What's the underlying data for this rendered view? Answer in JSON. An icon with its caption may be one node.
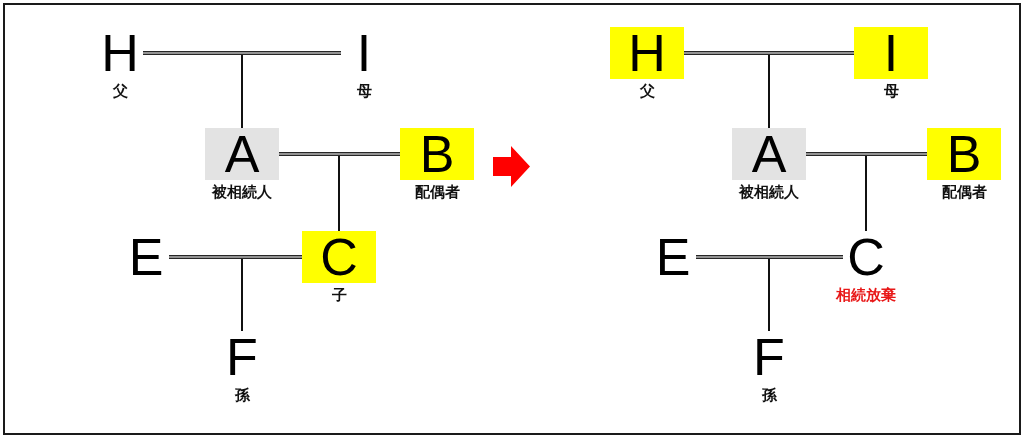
{
  "diagram": {
    "nodes": [
      {
        "text": [
          "H"
        ],
        "beside": [
          "父"
        ]
      },
      {
        "text": [
          "I"
        ],
        "beside": [
          "母"
        ]
      },
      {
        "text": [
          "A"
        ],
        "beside": [
          "被相続人"
        ]
      },
      {
        "text": [
          "B"
        ],
        "beside": [
          "配偶者"
        ]
      },
      {
        "text": [
          "E"
        ]
      },
      {
        "text": [
          "C"
        ],
        "beside": [
          "子"
        ]
      },
      {
        "text": [
          "F"
        ],
        "beside": [
          "孫"
        ]
      },
      {
        "text": [
          "H"
        ],
        "beside": [
          "父"
        ]
      },
      {
        "text": [
          "I"
        ],
        "beside": [
          "母"
        ]
      },
      {
        "text": [
          "A"
        ],
        "beside": [
          "被相続人"
        ]
      },
      {
        "text": [
          "B"
        ],
        "beside": [
          "配偶者"
        ]
      },
      {
        "text": [
          "E"
        ]
      },
      {
        "text": [
          "C"
        ],
        "beside": [
          "相続放棄"
        ]
      },
      {
        "text": [
          "F"
        ],
        "beside": [
          "孫"
        ]
      }
    ],
    "edges": [
      {
        "from": 0,
        "to": 1,
        "arrow": "none",
        "style": "thick"
      },
      {
        "from": 0,
        "to": 2,
        "arrow": "none"
      },
      {
        "from": 1,
        "to": 2,
        "arrow": "none"
      },
      {
        "from": 2,
        "to": 3,
        "arrow": "none",
        "style": "thick"
      },
      {
        "from": 2,
        "to": 5,
        "arrow": "none"
      },
      {
        "from": 3,
        "to": 5,
        "arrow": "none"
      },
      {
        "from": 4,
        "to": 5,
        "arrow": "none",
        "style": "thick"
      },
      {
        "from": 4,
        "to": 6,
        "arrow": "none"
      },
      {
        "from": 5,
        "to": 6,
        "arrow": "none"
      },
      {
        "from": 7,
        "to": 8,
        "arrow": "none",
        "style": "thick"
      },
      {
        "from": 7,
        "to": 9,
        "arrow": "none"
      },
      {
        "from": 8,
        "to": 9,
        "arrow": "none"
      },
      {
        "from": 9,
        "to": 10,
        "arrow": "none",
        "style": "thick"
      },
      {
        "from": 9,
        "to": 12,
        "arrow": "none"
      },
      {
        "from": 10,
        "to": 12,
        "arrow": "none"
      },
      {
        "from": 11,
        "to": 12,
        "arrow": "none",
        "style": "thick"
      },
      {
        "from": 11,
        "to": 13,
        "arrow": "none"
      },
      {
        "from": 12,
        "to": 13,
        "arrow": "none"
      }
    ]
  }
}
